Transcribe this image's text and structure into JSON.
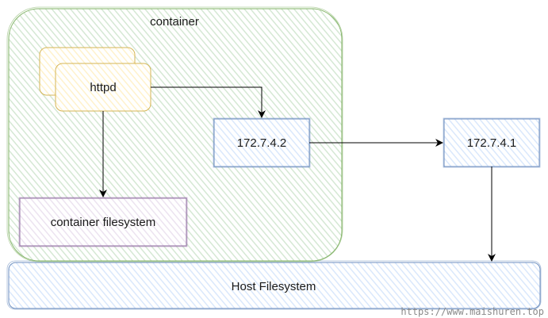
{
  "diagram": {
    "container": {
      "label": "container",
      "stroke_color": "#82b366",
      "fill_color": "#d5e8d4"
    },
    "httpd": {
      "label": "httpd",
      "stroke_color": "#d6b656",
      "fill_color": "#fff2cc"
    },
    "container_filesystem": {
      "label": "container filesystem",
      "stroke_color": "#9673a6",
      "fill_color": "#e1d5e7"
    },
    "container_ip": {
      "label": "172.7.4.2",
      "stroke_color": "#6c8ebf",
      "fill_color": "#dae8fc"
    },
    "host_ip": {
      "label": "172.7.4.1",
      "stroke_color": "#6c8ebf",
      "fill_color": "#dae8fc"
    },
    "host_filesystem": {
      "label": "Host Filesystem",
      "stroke_color": "#6c8ebf",
      "fill_color": "#dae8fc"
    },
    "connections": [
      {
        "from": "httpd",
        "to": "container filesystem"
      },
      {
        "from": "httpd",
        "to": "172.7.4.2"
      },
      {
        "from": "172.7.4.2",
        "to": "172.7.4.1"
      },
      {
        "from": "172.7.4.1",
        "to": "Host Filesystem"
      }
    ]
  },
  "watermark": {
    "text": "https://www.maishuren.top"
  }
}
